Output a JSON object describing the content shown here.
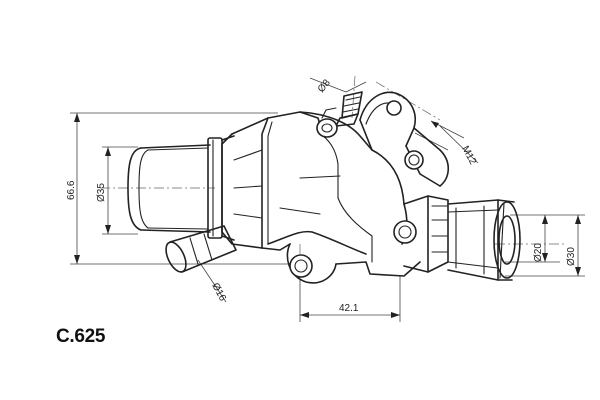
{
  "part_code": "C.625",
  "dimensions": {
    "overall_height": "66.6",
    "inlet_diameter": "Ø35",
    "bleed_screw_diameter": "Ø8",
    "thread": "M12",
    "small_spigot_diameter": "Ø16",
    "center_distance": "42.1",
    "outlet_inner_diameter": "Ø20",
    "outlet_outer_diameter": "Ø30"
  }
}
